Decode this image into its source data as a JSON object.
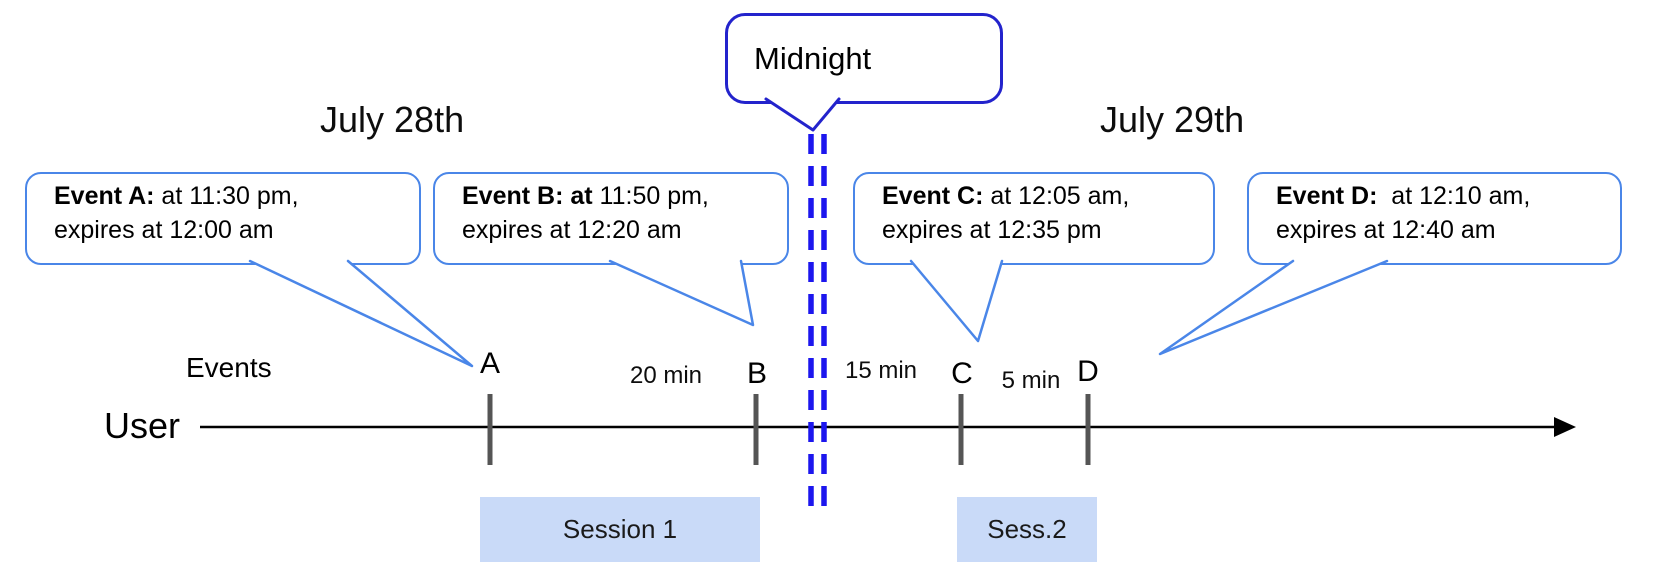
{
  "dates": {
    "left": "July 28th",
    "right": "July 29th"
  },
  "midnight_callout": {
    "label": "Midnight"
  },
  "axis": {
    "events_label": "Events",
    "user_label": "User"
  },
  "event_callouts": [
    {
      "id": "A",
      "bold": "Event A:",
      "rest": " at 11:30 pm,",
      "line2": "expires at 12:00 am"
    },
    {
      "id": "B",
      "bold": "Event B: at",
      "rest": " 11:50 pm,",
      "line2": "expires at 12:20 am"
    },
    {
      "id": "C",
      "bold": "Event C:",
      "rest": " at 12:05 am,",
      "line2": "expires at 12:35 pm"
    },
    {
      "id": "D",
      "bold": "Event D:",
      "rest": "  at 12:10 am,",
      "line2": "expires at 12:40 am"
    }
  ],
  "markers": [
    {
      "letter": "A"
    },
    {
      "letter": "B"
    },
    {
      "letter": "C"
    },
    {
      "letter": "D"
    }
  ],
  "gap_labels": [
    {
      "label": "20 min"
    },
    {
      "label": "15 min"
    },
    {
      "label": "5 min"
    }
  ],
  "sessions": [
    {
      "label": "Session 1"
    },
    {
      "label": "Sess.2"
    }
  ],
  "colors": {
    "callout_border": "#4a86e8",
    "midnight_border": "#2323cc",
    "midnight_dash": "#1c16ee",
    "tick_gray": "#555555",
    "session_fill": "#c9daf8",
    "timeline": "#000000"
  }
}
